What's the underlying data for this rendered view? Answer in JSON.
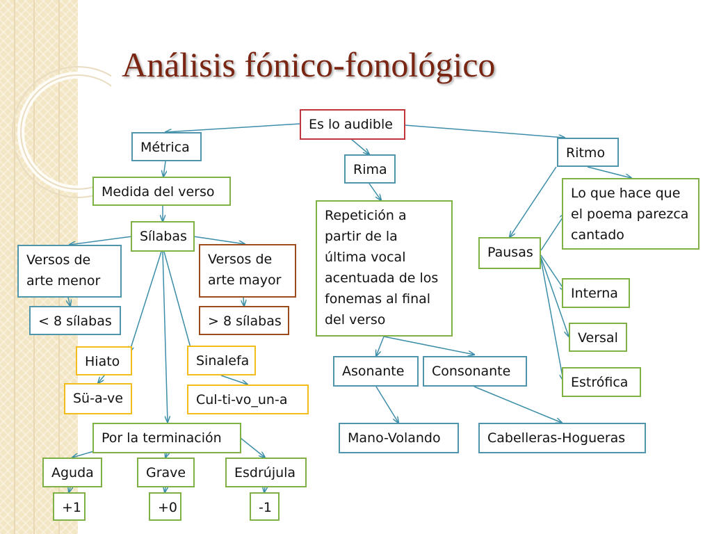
{
  "slide": {
    "title": "Análisis fónico-fonológico"
  },
  "nodes": {
    "root": "Es lo audible",
    "metrica": "Métrica",
    "rima": "Rima",
    "ritmo": "Ritmo",
    "medida": "Medida del verso",
    "silabas": "Sílabas",
    "arte_menor": "Versos de arte menor",
    "arte_mayor": "Versos de arte mayor",
    "menos_8": "< 8 sílabas",
    "mas_8": "> 8 sílabas",
    "hiato": "Hiato",
    "sinalefa": "Sinalefa",
    "sueave": "Sü-a-ve",
    "cultivo": "Cul-ti-vo_un-a",
    "terminacion": "Por la terminación",
    "aguda": "Aguda",
    "grave": "Grave",
    "esdrujula": "Esdrújula",
    "mas_uno": "+1",
    "mas_cero": "+0",
    "menos_uno": "-1",
    "repeticion": "Repetición a partir de la última vocal acentuada de los fonemas al final del verso",
    "asonante": "Asonante",
    "consonante": "Consonante",
    "mano_volando": "Mano-Volando",
    "cabelleras": "Cabelleras-Hogueras",
    "lo_que_hace": "Lo que hace que el poema parezca cantado",
    "pausas": "Pausas",
    "interna": "Interna",
    "versal": "Versal",
    "estrofica": "Estrófica"
  },
  "colors": {
    "root": "#c0353a",
    "level_blue": "#4e94ab",
    "level_green": "#7fb046",
    "level_brown": "#9a4d1b",
    "level_yellow": "#f2bc1a",
    "connector": "#3b8da8",
    "title": "#7a2412"
  }
}
